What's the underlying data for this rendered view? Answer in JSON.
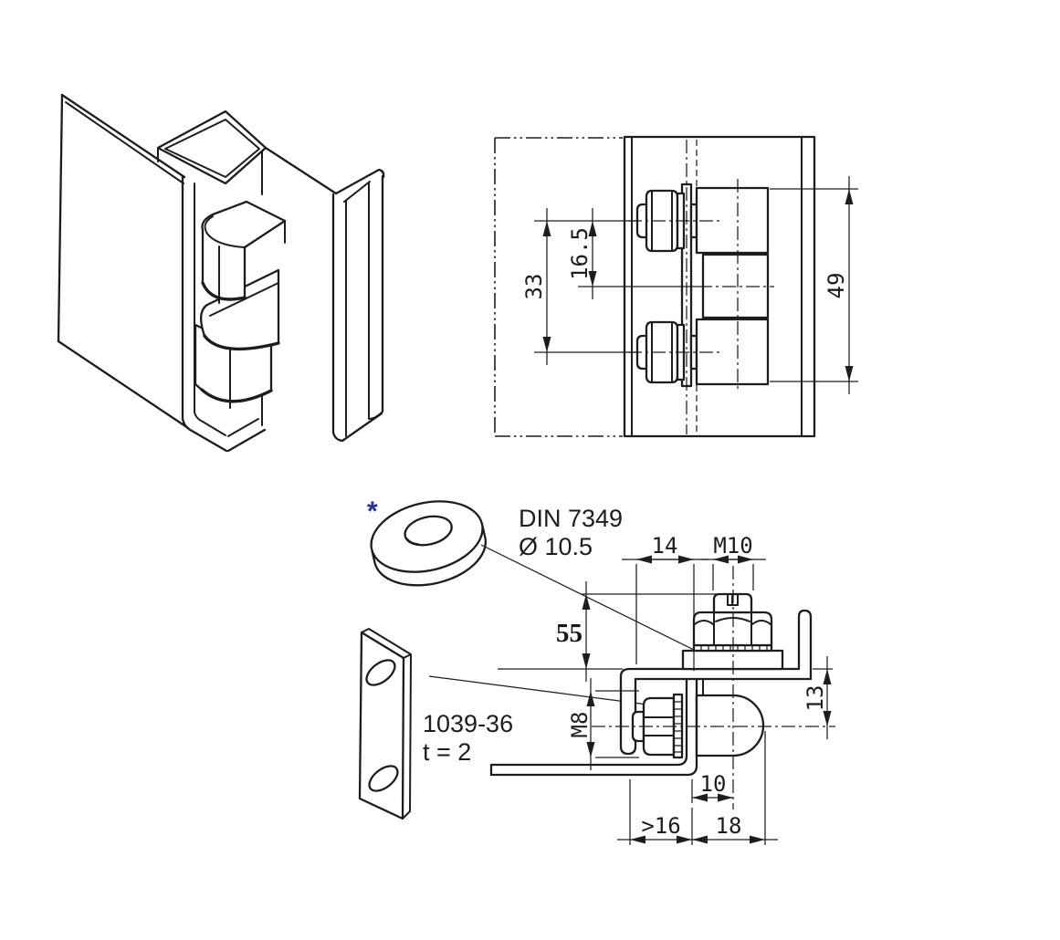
{
  "colors": {
    "line": "#1d1d1b",
    "marker_accent": "#1c2f9c",
    "edited_dim": "#15151f"
  },
  "notes": {
    "washer_marker": "*",
    "washer_standard": "DIN 7349",
    "washer_diameter": "Ø 10.5",
    "plate_part": "1039-36",
    "plate_thickness": "t = 2"
  },
  "front_view": {
    "dim_hole_to_center": "16.5",
    "dim_hole_spacing": "33",
    "dim_leaf_height": "49"
  },
  "side_view": {
    "dim_top_offset": "14",
    "dim_top_thread": "M10",
    "dim_height": "55",
    "dim_side_thread": "M8",
    "dim_pin_drop": "13",
    "dim_pin_offset": "10",
    "dim_min_clearance": ">16",
    "dim_depth": "18"
  }
}
